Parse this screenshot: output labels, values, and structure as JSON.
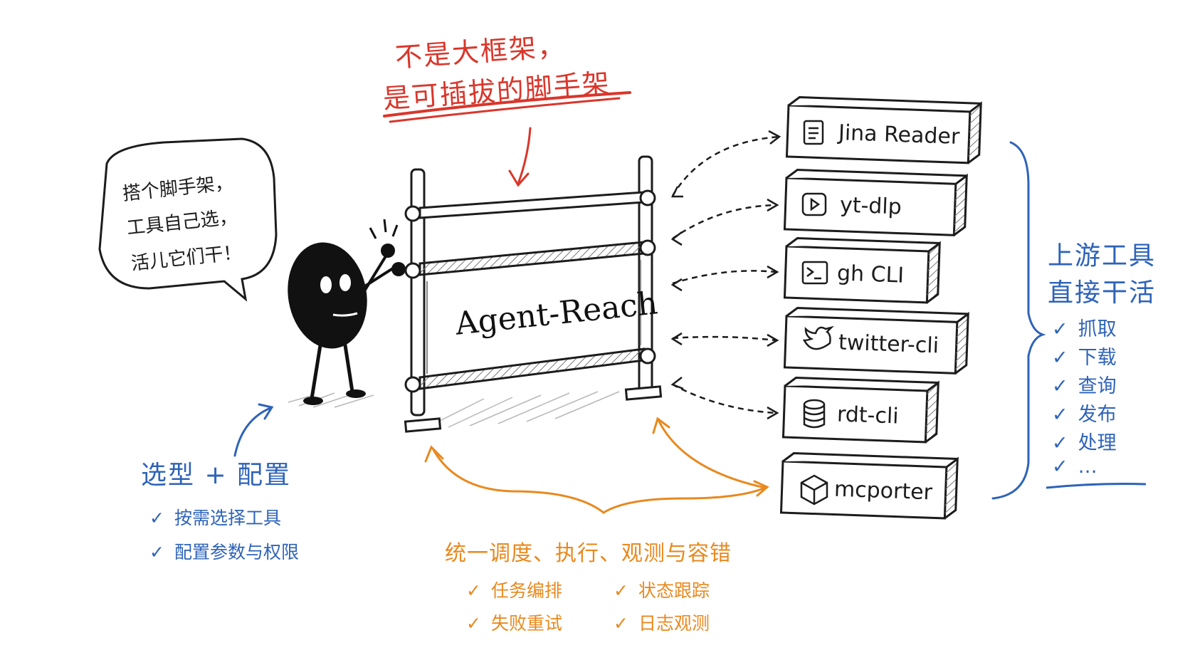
{
  "headline": {
    "line1": "不是大框架，",
    "line2": "是可插拔的脚手架"
  },
  "speech_bubble": {
    "line1": "搭个脚手架，",
    "line2": "工具自己选，",
    "line3": "活儿它们干！"
  },
  "scaffold_title": "Agent-Reach",
  "tools": [
    {
      "label": "Jina Reader",
      "icon": "document-icon"
    },
    {
      "label": "yt-dlp",
      "icon": "play-icon"
    },
    {
      "label": "gh CLI",
      "icon": "terminal-icon"
    },
    {
      "label": "twitter-cli",
      "icon": "bird-icon"
    },
    {
      "label": "rdt-cli",
      "icon": "database-icon"
    },
    {
      "label": "mcporter",
      "icon": "cube-icon"
    }
  ],
  "upstream": {
    "title_line1": "上游工具",
    "title_line2": "直接干活",
    "items": [
      "抓取",
      "下载",
      "查询",
      "发布",
      "处理",
      "…"
    ]
  },
  "config": {
    "title": "选型 + 配置",
    "items": [
      "按需选择工具",
      "配置参数与权限"
    ]
  },
  "orchestration": {
    "title": "统一调度、执行、观测与容错",
    "items": [
      "任务编排",
      "状态跟踪",
      "失败重试",
      "日志观测"
    ]
  },
  "colors": {
    "red": "#d9362b",
    "blue": "#2e63b8",
    "orange": "#e8891e",
    "ink": "#1c1c1c"
  },
  "check_mark": "✓"
}
